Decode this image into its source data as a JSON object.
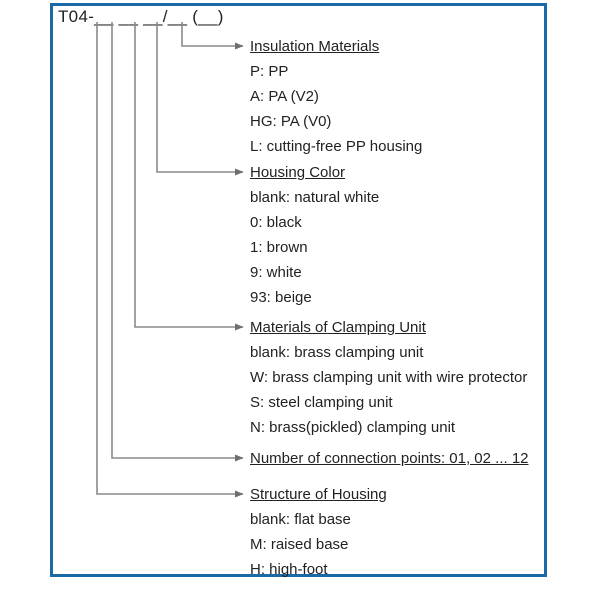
{
  "frame": {
    "border_color": "#1a6aa8",
    "background": "#ffffff"
  },
  "code": {
    "label": "T04-__ __ __/__ (__)",
    "prefix": "T04-"
  },
  "line_color": "#808080",
  "text_color": "#222222",
  "sections": [
    {
      "id": "insulation-materials",
      "title": "Insulation Materials",
      "title_tail": "",
      "options": [
        "P: PP",
        "A: PA (V2)",
        "HG: PA (V0)",
        "L: cutting-free PP housing"
      ]
    },
    {
      "id": "housing-color",
      "title": "Housing Color",
      "title_tail": "",
      "options": [
        "blank: natural white",
        "0: black",
        "1: brown",
        "9: white",
        "93: beige"
      ]
    },
    {
      "id": "materials-of-clamping-unit",
      "title": "Materials of Clamping Unit",
      "title_tail": "",
      "options": [
        "blank: brass clamping unit",
        "W: brass clamping unit with wire protector",
        "S: steel clamping unit",
        "N: brass(pickled) clamping unit"
      ]
    },
    {
      "id": "number-of-connection-points",
      "title": "Number of connection points",
      "title_tail": ": 01, 02 ... 12",
      "options": []
    },
    {
      "id": "structure-of-housing",
      "title": "Structure of Housing",
      "title_tail": "",
      "options": [
        "blank: flat base",
        "M: raised base",
        "H: high-foot"
      ]
    }
  ]
}
